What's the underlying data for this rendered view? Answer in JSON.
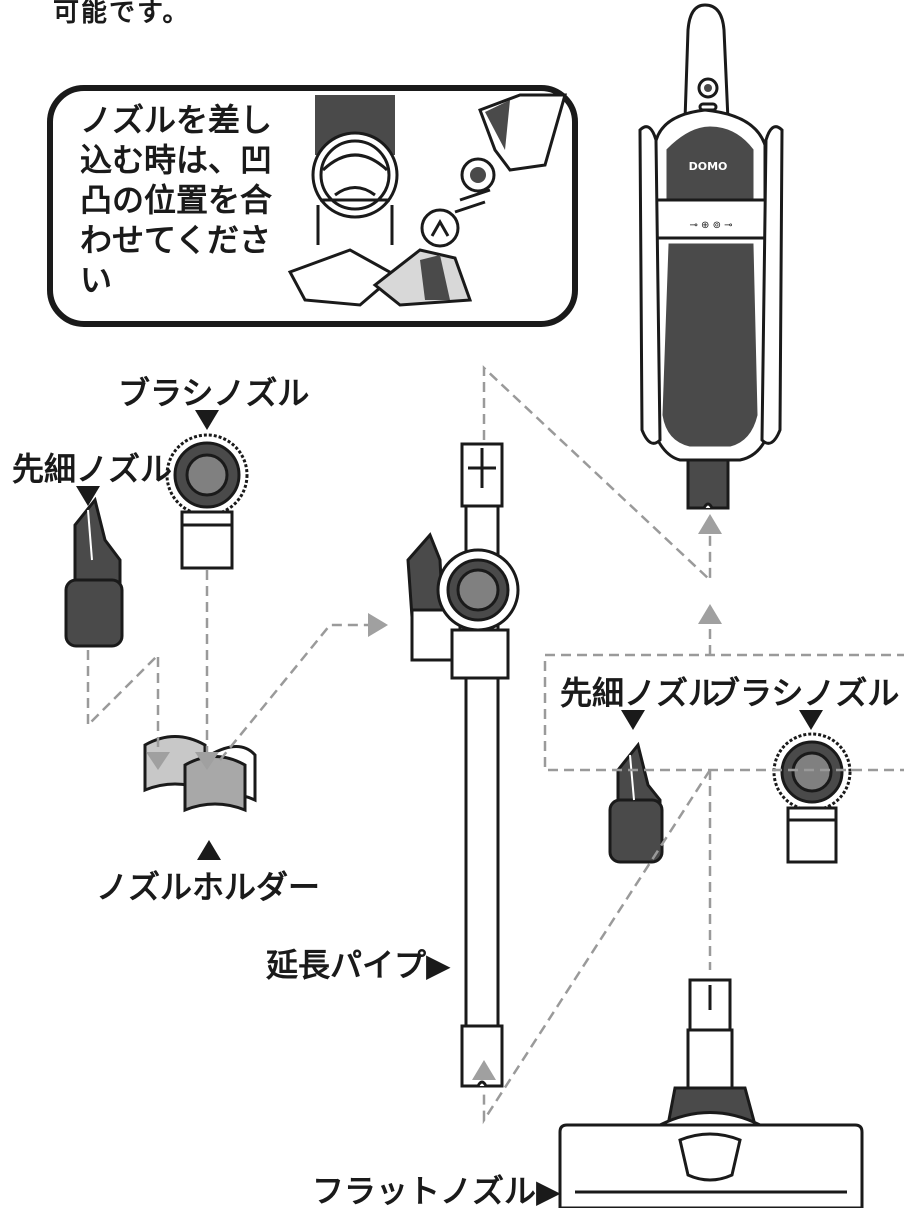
{
  "header": {
    "top_text": "可能です。"
  },
  "callout": {
    "text": "ノズルを差し込む時は、凹凸の位置を合わせてください"
  },
  "labels": {
    "brush_nozzle": "ブラシノズル",
    "crevice_nozzle": "先細ノズル",
    "nozzle_holder": "ノズルホルダー",
    "extension_pipe": "延長パイプ▶",
    "flat_nozzle": "フラットノズル▶",
    "crevice_nozzle_right": "先細ノズル",
    "brush_nozzle_right": "ブラシノズル"
  },
  "vacuum": {
    "brand": "DOMO",
    "panel_text": "⊸ ⊕ ⊚ ⊸"
  },
  "colors": {
    "dark_part": "#4a4a4a",
    "line": "#1a1a1a",
    "arrow_gray": "#a0a0a0",
    "dashed": "#9a9a9a"
  }
}
